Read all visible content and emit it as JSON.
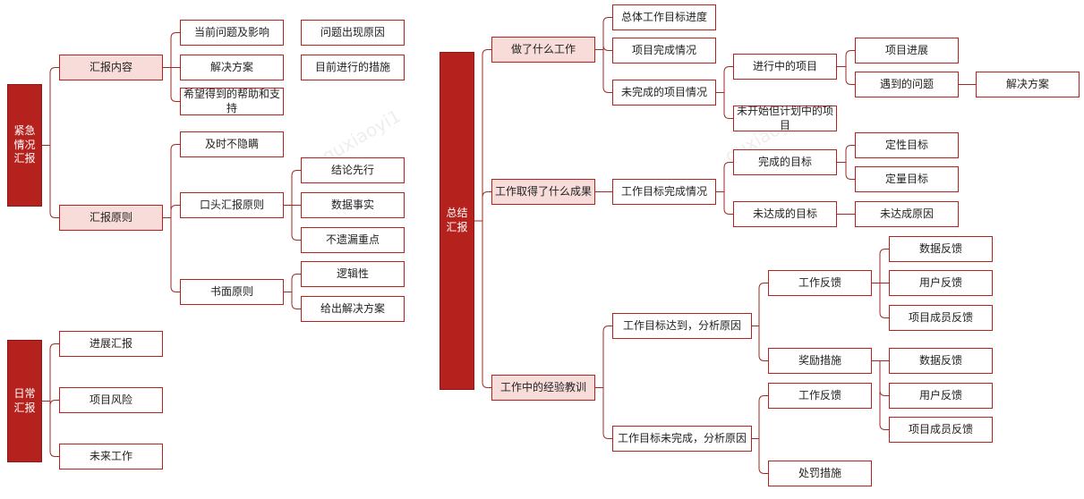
{
  "colors": {
    "root": "#b5221e",
    "level1_fill": "#f7dcda",
    "border": "#b5221e",
    "line": "#9c2a26"
  },
  "watermark": "guxiaoyi1",
  "nodes": {
    "urgent_root": "紧急情况汇报",
    "urgent_content": "汇报内容",
    "urgent_principle": "汇报原则",
    "current_issue": "当前问题及影响",
    "issue_cause": "问题出现原因",
    "solution": "解决方案",
    "current_measures": "目前进行的措施",
    "help_wanted": "希望得到的帮助和支持",
    "no_conceal": "及时不隐瞒",
    "oral_principle": "口头汇报原则",
    "conclusion_first": "结论先行",
    "data_facts": "数据事实",
    "no_miss_key": "不遗漏重点",
    "written_principle": "书面原则",
    "logic": "逻辑性",
    "give_solution": "给出解决方案",
    "daily_root": "日常汇报",
    "progress_report": "进展汇报",
    "project_risk": "项目风险",
    "future_work": "未来工作",
    "summary_root": "总结汇报",
    "what_done": "做了什么工作",
    "achieved": "工作取得了什么成果",
    "lessons": "工作中的经验教训",
    "overall_progress": "总体工作目标进度",
    "project_completion": "项目完成情况",
    "unfinished": "未完成的项目情况",
    "in_progress": "进行中的项目",
    "not_started": "未开始但计划中的项目",
    "project_progress": "项目进展",
    "encountered_issue": "遇到的问题",
    "issue_solution": "解决方案",
    "goal_completion": "工作目标完成情况",
    "completed_goals": "完成的目标",
    "unmet_goals": "未达成的目标",
    "qualitative": "定性目标",
    "quantitative": "定量目标",
    "unmet_reason": "未达成原因",
    "goal_met": "工作目标达到，分析原因",
    "goal_unmet": "工作目标未完成，分析原因",
    "feedback_a": "工作反馈",
    "reward": "奖励措施",
    "feedback_b": "工作反馈",
    "penalty": "处罚措施",
    "data_fb_a": "数据反馈",
    "user_fb_a": "用户反馈",
    "member_fb_a": "项目成员反馈",
    "data_fb_b": "数据反馈",
    "user_fb_b": "用户反馈",
    "member_fb_b": "项目成员反馈"
  }
}
